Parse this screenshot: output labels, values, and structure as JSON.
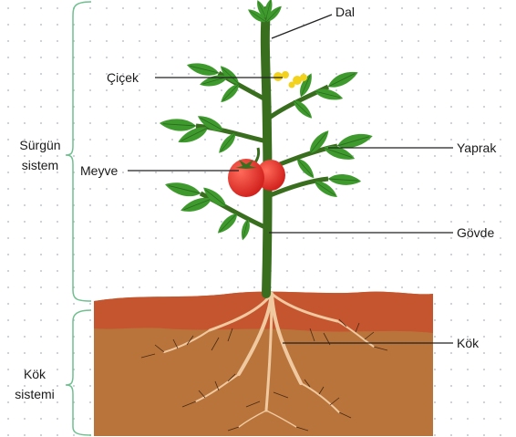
{
  "labels": {
    "branch": "Dal",
    "flower": "Çiçek",
    "leaf": "Yaprak",
    "fruit": "Meyve",
    "stem": "Gövde",
    "root": "Kök"
  },
  "shoot_system": {
    "line1": "Sürgün",
    "line2": "sistem"
  },
  "root_system": {
    "line1": "Kök",
    "line2": "sistemi"
  },
  "colors": {
    "soil_top": "#c4552f",
    "soil_body": "#b8743a",
    "stem": "#3a6e1f",
    "leaf": "#3f9a2e",
    "leaf_vein": "#2a6b1f",
    "fruit": "#e02f2a",
    "flower": "#f2d21c",
    "root": "#f0c9a0",
    "brace": "#6fbf8f"
  }
}
